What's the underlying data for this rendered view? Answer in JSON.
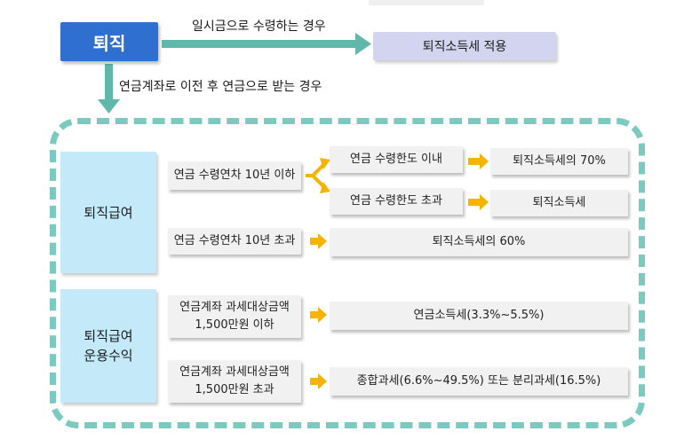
{
  "top": {
    "retire_label": "퇴직",
    "lump_sum_label": "일시금으로 수령하는 경우",
    "retire_tax_label": "퇴직소득세 적용",
    "pension_transfer_label": "연금계좌로 이전 후 연금으로 받는 경우"
  },
  "retirement_benefit": {
    "label": "퇴직급여",
    "under10": "연금 수령연차 10년 이하",
    "within_limit": "연금 수령한도 이내",
    "within_limit_result": "퇴직소득세의 70%",
    "over_limit": "연금 수령한도 초과",
    "over_limit_result": "퇴직소득세",
    "over10": "연금 수령연차 10년 초과",
    "over10_result": "퇴직소득세의 60%"
  },
  "operating_income": {
    "label_line1": "퇴직급여",
    "label_line2": "운용수익",
    "under_line1": "연금계좌 과세대상금액",
    "under_line2": "1,500만원 이하",
    "under_result": "연금소득세(3.3%~5.5%)",
    "over_line1": "연금계좌 과세대상금액",
    "over_line2": "1,500만원 초과",
    "over_result": "종합과세(6.6%~49.5%) 또는 분리과세(16.5%)"
  },
  "colors": {
    "blue": "#2f6fd0",
    "lavender": "#d3d4ef",
    "teal_dashed": "#7cc9c0",
    "cyan_box": "#c4eaf9",
    "grey_box": "#f1f1f1",
    "green_arrow": "#5fb8a9",
    "yellow_arrow": "#f6b300"
  }
}
